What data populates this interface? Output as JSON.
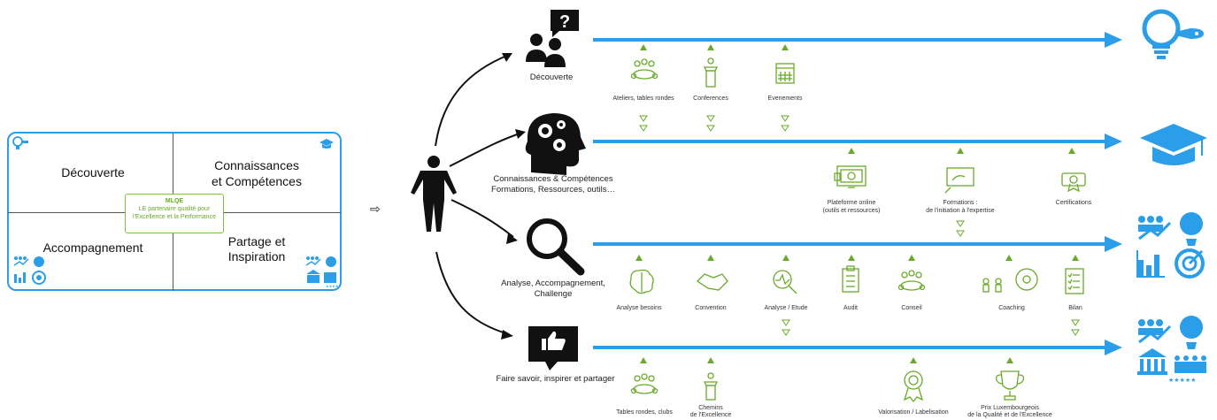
{
  "left_card": {
    "q1": "Découverte",
    "q2_line1": "Connaissances",
    "q2_line2": "et Compétences",
    "q3": "Accompagnement",
    "q4_line1": "Partage et",
    "q4_line2": "Inspiration",
    "center_title": "MLQE",
    "center_line1": "LE partenaire qualité pour",
    "center_line2": "l'Excellence et la Performance"
  },
  "arrow_symbol": "⇨",
  "rows": [
    {
      "label_lines": [
        "Découverte"
      ],
      "items": [
        {
          "label": "Ateliers, tables rondes",
          "icon": "roundtable-icon"
        },
        {
          "label": "Conferences",
          "icon": "podium-icon"
        },
        {
          "label": "Evenements",
          "icon": "calendar-icon"
        }
      ]
    },
    {
      "label_lines": [
        "Connaissances & Compétences",
        "Formations, Ressources, outils…"
      ],
      "items": [
        {
          "label": "Plateforme online",
          "label2": "(outils et ressources)",
          "icon": "online-platform-icon"
        },
        {
          "label": "Formations :",
          "label2": "de l'initiation à l'expertise",
          "icon": "training-board-icon"
        },
        {
          "label": "Certifications",
          "icon": "certificate-icon"
        }
      ]
    },
    {
      "label_lines": [
        "Analyse, Accompagnement,",
        "Challenge"
      ],
      "items": [
        {
          "label": "Analyse besoins",
          "icon": "brain-icon"
        },
        {
          "label": "Convention",
          "icon": "handshake-icon"
        },
        {
          "label": "Analyse / Etude",
          "icon": "analysis-magnifier-icon"
        },
        {
          "label": "Audit",
          "icon": "clipboard-icon"
        },
        {
          "label": "Conseil",
          "icon": "roundtable-icon"
        },
        {
          "label": "Coaching",
          "icon": "coaching-icon"
        },
        {
          "label": "Bilan",
          "icon": "checklist-icon"
        }
      ]
    },
    {
      "label_lines": [
        "Faire savoir, inspirer et partager"
      ],
      "items": [
        {
          "label": "Tables rondes, clubs",
          "icon": "roundtable-icon"
        },
        {
          "label": "Chemins",
          "label2": "de l'Excellence",
          "icon": "podium-icon"
        },
        {
          "label": "Valorisation / Labelisation",
          "icon": "award-medal-icon"
        },
        {
          "label": "Prix Luxembourgeois",
          "label2": "de la Qualité et de l'Excellence",
          "icon": "trophy-icon"
        }
      ]
    }
  ],
  "colors": {
    "blue": "#2a9ee8",
    "green": "#6aaa2a",
    "dark": "#111111"
  }
}
